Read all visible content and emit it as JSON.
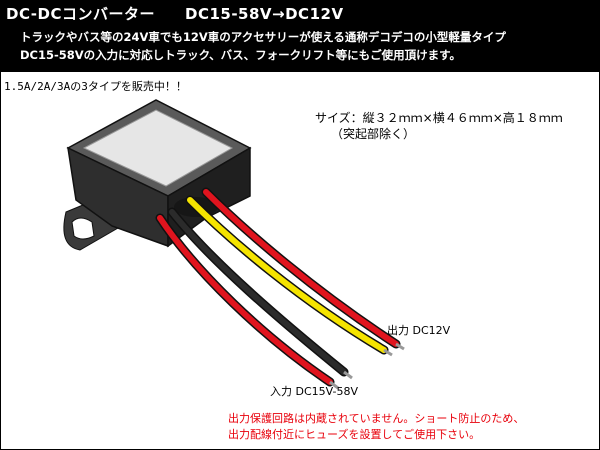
{
  "header": {
    "title_left": "DC-DCコンバーター",
    "title_right": "DC15-58V→DC12V",
    "description_line1": "トラックやバス等の24V車でも12V車のアクセサリーが使える通称デコデコの小型軽量タイプ",
    "description_line2": "DC15-58Vの入力に対応しトラック、バス、フォークリフト等にもご使用頂けます。"
  },
  "availability_note": "1.5A/2A/3Aの3タイプを販売中！！",
  "dimensions": {
    "main": "サイズ：縦３２ｍｍ×横４６ｍｍ×高１８ｍｍ",
    "sub": "（突起部除く）"
  },
  "labels": {
    "output": "出力 DC12V",
    "input": "入力 DC15V-58V"
  },
  "warning": {
    "line1": "出力保護回路は内蔵されていません。ショート防止のため、",
    "line2": "出力配線付近にヒューズを設置してご使用下さい。"
  },
  "colors": {
    "header_bg": "#000000",
    "warning_text": "#e8000b",
    "wire_red": "#e0141e",
    "wire_yellow": "#f5e400",
    "wire_black": "#2b2b2b",
    "case": "#2e2e2e"
  }
}
